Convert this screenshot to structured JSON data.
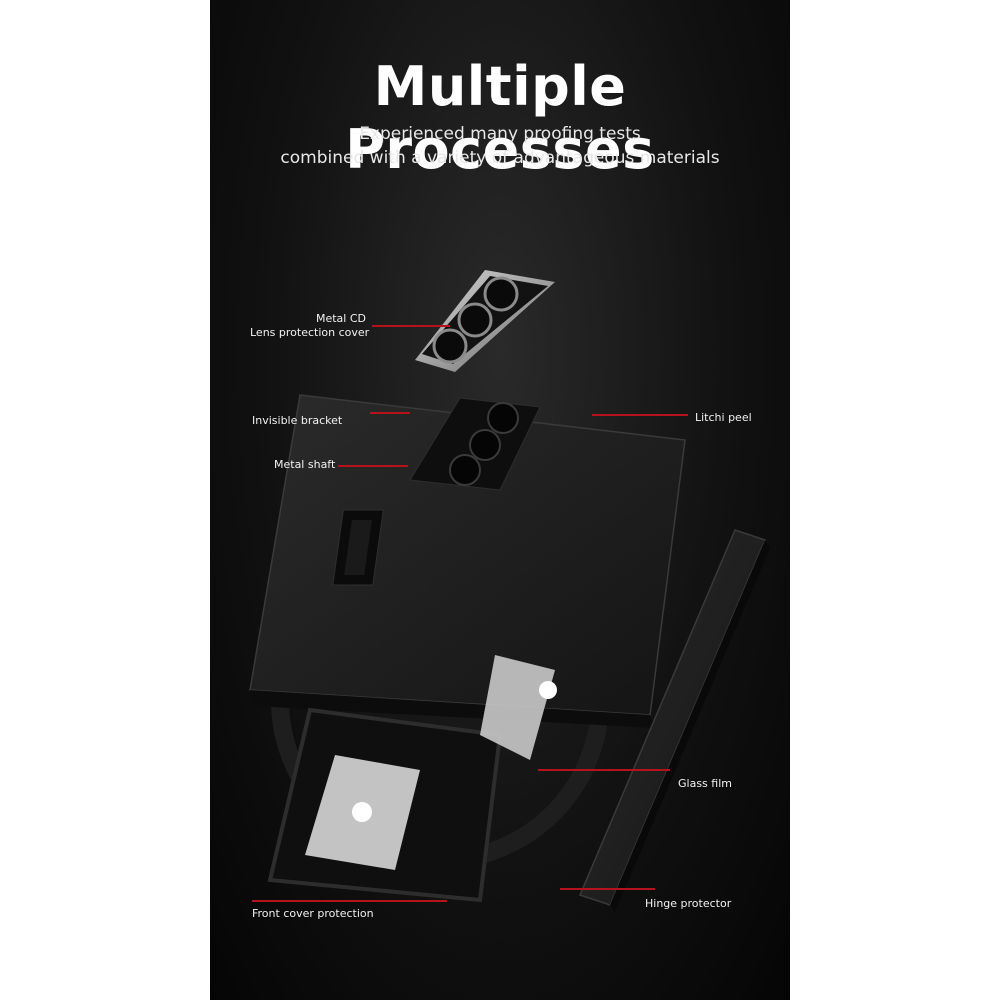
{
  "heading": {
    "title": "Multiple Processes",
    "subtitle_line1": "Experienced many proofing tests",
    "subtitle_line2": "combined with a variety of advantageous materials"
  },
  "callouts": {
    "metal_cd_line1": "Metal CD",
    "metal_cd_line2": "Lens protection cover",
    "invisible_bracket": "Invisible bracket",
    "metal_shaft": "Metal shaft",
    "litchi_peel": "Litchi peel",
    "glass_film": "Glass film",
    "front_cover": "Front cover protection",
    "hinge_protector": "Hinge protector"
  },
  "colors": {
    "background": "#0d0d0d",
    "text": "#ffffff",
    "callout_line": "#b5121b"
  }
}
